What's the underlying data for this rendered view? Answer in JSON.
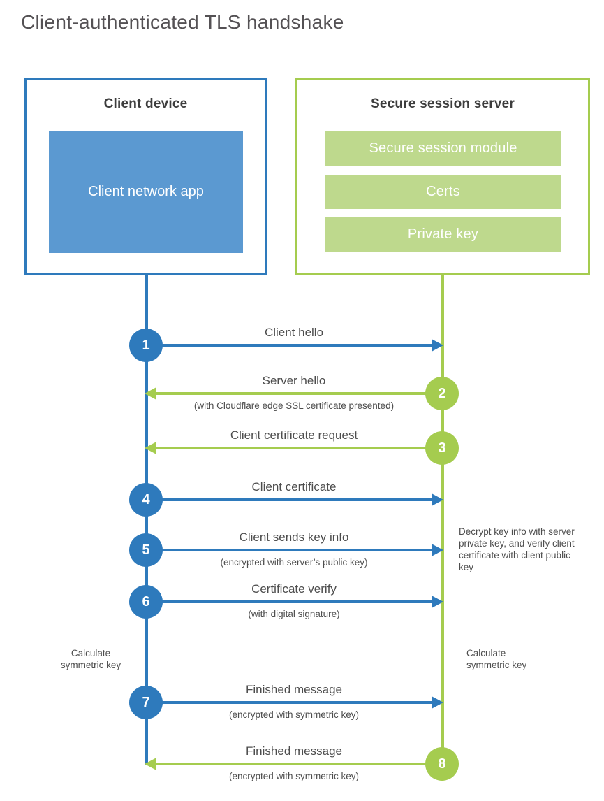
{
  "title": "Client-authenticated TLS handshake",
  "colors": {
    "client_blue": "#2e7abc",
    "client_app_fill": "#5b99d1",
    "server_green": "#a5cc4f",
    "server_module_fill": "#bed98d",
    "text_gray": "#4d4d4d"
  },
  "client": {
    "title": "Client device",
    "app_label": "Client network app"
  },
  "server": {
    "title": "Secure session server",
    "modules": [
      "Secure session module",
      "Certs",
      "Private key"
    ]
  },
  "steps": [
    {
      "number": "1",
      "label": "Client hello",
      "from": "client",
      "to": "server"
    },
    {
      "number": "2",
      "label": "Server hello",
      "sublabel": "(with Cloudflare edge SSL certificate presented)",
      "from": "server",
      "to": "client"
    },
    {
      "number": "3",
      "label": "Client certificate request",
      "from": "server",
      "to": "client"
    },
    {
      "number": "4",
      "label": "Client certificate",
      "from": "client",
      "to": "server"
    },
    {
      "number": "5",
      "label": "Client sends key info",
      "sublabel": "(encrypted with server’s public key)",
      "from": "client",
      "to": "server"
    },
    {
      "number": "6",
      "label": "Certificate verify",
      "sublabel": "(with digital signature)",
      "from": "client",
      "to": "server"
    },
    {
      "number": "7",
      "label": "Finished message",
      "sublabel": "(encrypted with symmetric key)",
      "from": "client",
      "to": "server"
    },
    {
      "number": "8",
      "label": "Finished message",
      "sublabel": "(encrypted with symmetric key)",
      "from": "server",
      "to": "client"
    }
  ],
  "notes": {
    "decrypt": "Decrypt key info with server private key, and verify client certificate with client public key",
    "calc_client": "Calculate symmetric key",
    "calc_server": "Calculate symmetric key"
  }
}
